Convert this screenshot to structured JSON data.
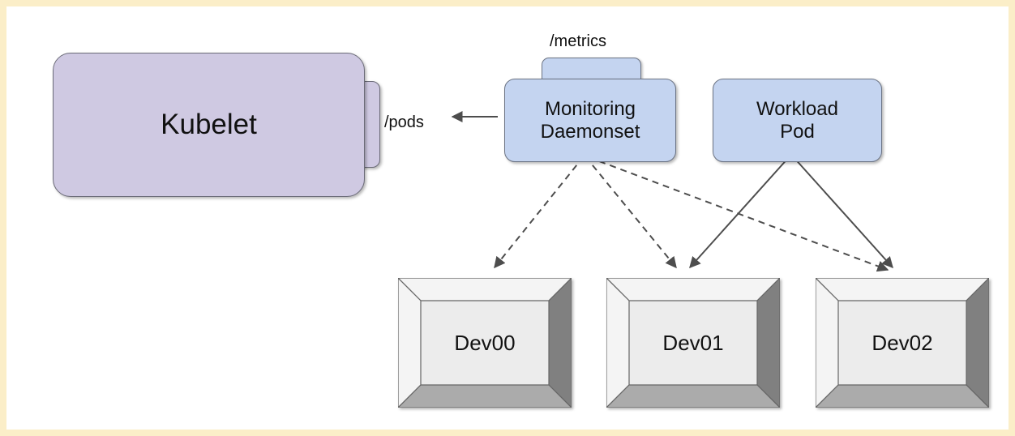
{
  "canvas": {
    "background": "#ffffff",
    "border_color": "#fbeec8"
  },
  "nodes": {
    "kubelet": {
      "label": "Kubelet",
      "fill": "#cfc9e2",
      "stroke": "#6b6b78"
    },
    "kubelet_port": {
      "label": "/pods"
    },
    "monitoring": {
      "label": "Monitoring\nDaemonset",
      "fill": "#c4d4f0",
      "stroke": "#6b7383"
    },
    "monitoring_port": {
      "label": "/metrics"
    },
    "workload": {
      "label": "Workload\nPod",
      "fill": "#c4d4f0",
      "stroke": "#6b7383"
    }
  },
  "devices": [
    {
      "label": "Dev00"
    },
    {
      "label": "Dev01"
    },
    {
      "label": "Dev02"
    }
  ],
  "device_style": {
    "face_fill": "#ececec",
    "top_fill": "#f2f2f2",
    "left_fill": "#f2f2f2",
    "right_fill": "#808080",
    "bottom_fill": "#ababab",
    "stroke": "#666666"
  },
  "edges": [
    {
      "from": "monitoring",
      "to": "kubelet_port",
      "style": "solid",
      "arrow": "end"
    },
    {
      "from": "monitoring",
      "to": "Dev00",
      "style": "dashed",
      "arrow": "end"
    },
    {
      "from": "monitoring",
      "to": "Dev01",
      "style": "dashed",
      "arrow": "end"
    },
    {
      "from": "monitoring",
      "to": "Dev02",
      "style": "dashed",
      "arrow": "end"
    },
    {
      "from": "workload",
      "to": "Dev01",
      "style": "solid",
      "arrow": "end"
    },
    {
      "from": "workload",
      "to": "Dev02",
      "style": "solid",
      "arrow": "end"
    }
  ],
  "edge_style": {
    "stroke": "#4d4d4d",
    "dash": "8 6"
  }
}
